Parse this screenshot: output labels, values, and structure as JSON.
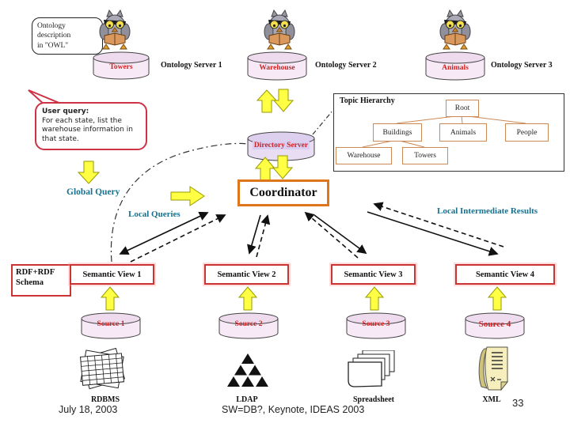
{
  "colors": {
    "coordinator_border": "#e0761c",
    "red_box_border": "#cc3333",
    "red_label_text": "#cc2222",
    "teal_label_text": "#17718f",
    "yellow_arrow": "#ffff44",
    "cylinder_fill": "#f8e9f6",
    "hierarchy_node_border": "#cc8855"
  },
  "bubbles": {
    "ontology_note": "Ontology\ndescription\nin \"OWL\"",
    "user_query_title": "User query:",
    "user_query_body": "For each state, list the warehouse information in that state."
  },
  "ontology_servers": [
    {
      "cylinder": "Towers",
      "label": "Ontology Server 1"
    },
    {
      "cylinder": "Warehouse",
      "label": "Ontology Server 2"
    },
    {
      "cylinder": "Animals",
      "label": "Ontology Server 3"
    }
  ],
  "topic_hierarchy": {
    "title": "Topic Hierarchy",
    "root": "Root",
    "level1": [
      "Buildings",
      "Animals",
      "People"
    ],
    "level2": [
      "Warehouse",
      "Towers"
    ]
  },
  "directory_server_label": "Directory Server",
  "coordinator_label": "Coordinator",
  "flow_labels": {
    "global_query": "Global Query",
    "local_queries": "Local Queries",
    "local_intermediate_results": "Local Intermediate Results"
  },
  "rdf_schema_box": "RDF+RDF\nSchema",
  "semantic_views": [
    "Semantic View 1",
    "Semantic View 2",
    "Semantic View 3",
    "Semantic View 4"
  ],
  "sources": [
    "Source 1",
    "Source 2",
    "Source 3",
    "Source 4"
  ],
  "source_types": [
    "RDBMS",
    "LDAP",
    "Spreadsheet",
    "XML"
  ],
  "footer": {
    "date": "July 18, 2003",
    "event": "SW=DB?, Keynote, IDEAS 2003",
    "page": "33"
  }
}
